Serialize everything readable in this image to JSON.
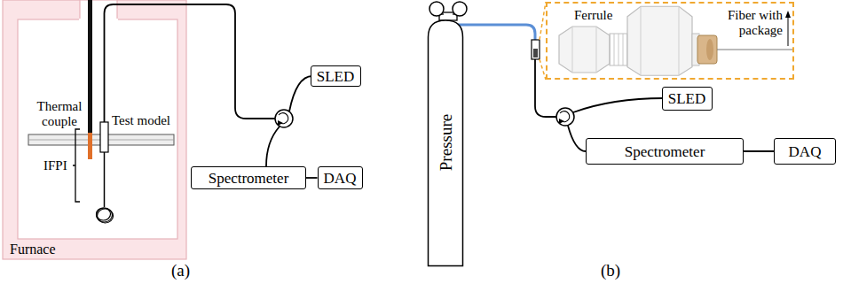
{
  "diagram": {
    "nodes": [
      {
        "text": [
          "Furnace"
        ]
      },
      {
        "text": [
          "SLED"
        ]
      },
      {
        "text": [
          "Spectrometer"
        ]
      },
      {
        "text": [
          "DAQ"
        ]
      },
      {
        "text": [
          "Pressure"
        ]
      },
      {
        "text": [
          "SLED"
        ]
      },
      {
        "text": [
          "Spectrometer"
        ]
      },
      {
        "text": [
          "DAQ"
        ]
      },
      {
        "text": [
          "Ferrule",
          "Fiber with package"
        ]
      }
    ],
    "edges": [
      {
        "from": 2,
        "to": 3,
        "arrow": "none"
      },
      {
        "from": 6,
        "to": 7,
        "arrow": "none"
      }
    ],
    "labels": [
      "Thermal couple",
      "Test model",
      "IFPI",
      "(a)",
      "(b)"
    ]
  }
}
